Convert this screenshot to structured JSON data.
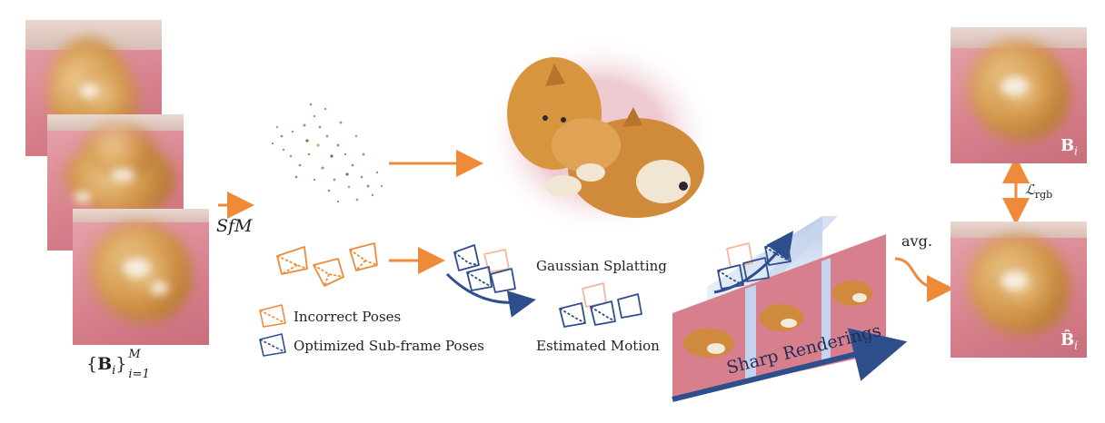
{
  "input_set": {
    "brace_open": "{",
    "symbol": "B",
    "subscript": "i",
    "brace_close": "}",
    "superscript": "M",
    "index_sub": "i=1"
  },
  "sfm_label": "SfM",
  "gs_label": "Gaussian Splatting",
  "motion_label": "Estimated Motion",
  "sharp_label": "Sharp Renderings",
  "avg_label": "avg.",
  "loss": {
    "symbol": "ℒ",
    "sub": "rgb"
  },
  "top_output": {
    "symbol": "B",
    "sub": "i"
  },
  "bottom_output": {
    "symbol": "B̂",
    "sub": "i"
  },
  "legend": {
    "incorrect": "Incorrect Poses",
    "optimized": "Optimized Sub-frame Poses"
  },
  "colors": {
    "orange": "#ef8a38",
    "light_orange": "#f3b79b",
    "blue": "#2e4e8c",
    "light_blue": "#aec3e6"
  }
}
